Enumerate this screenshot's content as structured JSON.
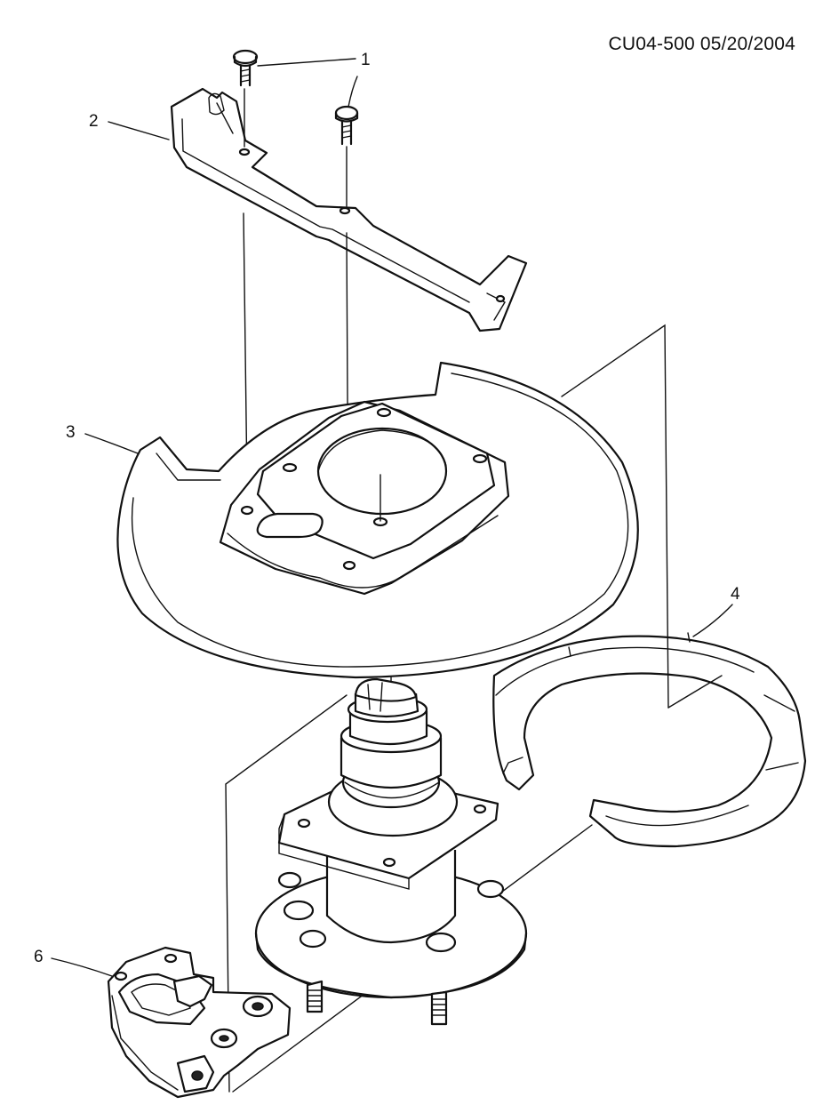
{
  "header": {
    "code": "CU04-500 05/20/2004"
  },
  "callouts": [
    "1",
    "2",
    "3",
    "4",
    "6"
  ]
}
